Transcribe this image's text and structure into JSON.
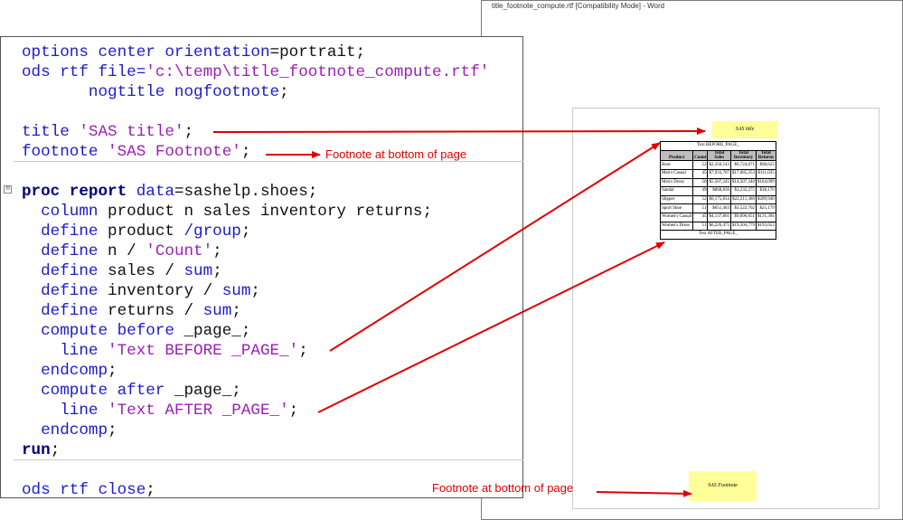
{
  "word": {
    "window_title": "title_footnote_compute.rtf [Compatibility Mode] - Word",
    "sas_title": "SAS title",
    "sas_footnote": "SAS Footnote",
    "report": {
      "before_text": "Text BEFORE_PAGE_",
      "after_text": "Text AFTER_PAGE_",
      "headers": [
        "Product",
        "Count",
        "Total\nSales",
        "Total\nInventory",
        "Total\nReturns"
      ],
      "rows": [
        [
          "Boot",
          "52",
          "$2,350,543",
          "$9,724,671",
          "$98,622"
        ],
        [
          "Men's Casual",
          "45",
          "$7,933,707",
          "$17,085,253",
          "$111,035"
        ],
        [
          "Men's Dress",
          "50",
          "$5,507,245",
          "$14,507,340",
          "$164,099"
        ],
        [
          "Sandal",
          "49",
          "$868,836",
          "$3,232,275",
          "$38,170"
        ],
        [
          "Slipper",
          "52",
          "$6,175,834",
          "$22,211,380",
          "$209,940"
        ],
        [
          "Sport Shoe",
          "51",
          "$651,463",
          "$3,522,702",
          "$25,179"
        ],
        [
          "Women's Casual",
          "45",
          "$4,137,861",
          "$9,696,651",
          "$131,394"
        ],
        [
          "Women's Dress",
          "51",
          "$6,226,475",
          "$19,504,779",
          "$193,653"
        ]
      ]
    }
  },
  "code": {
    "lines": [
      [
        [
          "kw",
          "options center orientation"
        ],
        [
          "tx",
          "=portrait;"
        ]
      ],
      [
        [
          "kw",
          "ods rtf file="
        ],
        [
          "st",
          "'c:\\temp\\title_footnote_compute.rtf'"
        ]
      ],
      [
        [
          "kw",
          "       nogtitle nogfootnote"
        ],
        [
          "tx",
          ";"
        ]
      ],
      [],
      [
        [
          "kw",
          "title "
        ],
        [
          "st",
          "'SAS title'"
        ],
        [
          "tx",
          ";"
        ]
      ],
      [
        [
          "kw",
          "footnote "
        ],
        [
          "st",
          "'SAS Footnote'"
        ],
        [
          "tx",
          ";"
        ]
      ],
      [],
      [
        [
          "bold-kw",
          "proc report "
        ],
        [
          "kw",
          "data"
        ],
        [
          "tx",
          "=sashelp.shoes;"
        ]
      ],
      [
        [
          "kw",
          "  column "
        ],
        [
          "tx",
          "product n sales inventory returns;"
        ]
      ],
      [
        [
          "kw",
          "  define "
        ],
        [
          "tx",
          "product "
        ],
        [
          "kw",
          "/group"
        ],
        [
          "tx",
          ";"
        ]
      ],
      [
        [
          "kw",
          "  define "
        ],
        [
          "tx",
          "n / "
        ],
        [
          "st",
          "'Count'"
        ],
        [
          "tx",
          ";"
        ]
      ],
      [
        [
          "kw",
          "  define "
        ],
        [
          "tx",
          "sales / "
        ],
        [
          "kw",
          "sum"
        ],
        [
          "tx",
          ";"
        ]
      ],
      [
        [
          "kw",
          "  define "
        ],
        [
          "tx",
          "inventory / "
        ],
        [
          "kw",
          "sum"
        ],
        [
          "tx",
          ";"
        ]
      ],
      [
        [
          "kw",
          "  define "
        ],
        [
          "tx",
          "returns / "
        ],
        [
          "kw",
          "sum"
        ],
        [
          "tx",
          ";"
        ]
      ],
      [
        [
          "kw",
          "  compute before "
        ],
        [
          "tx",
          "_page_;"
        ]
      ],
      [
        [
          "kw",
          "    line "
        ],
        [
          "st",
          "'Text BEFORE _PAGE_'"
        ],
        [
          "tx",
          ";"
        ]
      ],
      [
        [
          "kw",
          "  endcomp"
        ],
        [
          "tx",
          ";"
        ]
      ],
      [
        [
          "kw",
          "  compute after "
        ],
        [
          "tx",
          "_page_;"
        ]
      ],
      [
        [
          "kw",
          "    line "
        ],
        [
          "st",
          "'Text AFTER _PAGE_'"
        ],
        [
          "tx",
          ";"
        ]
      ],
      [
        [
          "kw",
          "  endcomp"
        ],
        [
          "tx",
          ";"
        ]
      ],
      [
        [
          "bold-kw",
          "run"
        ],
        [
          "tx",
          ";"
        ]
      ],
      [],
      [
        [
          "kw",
          "ods rtf close"
        ],
        [
          "tx",
          ";"
        ]
      ]
    ],
    "fold_marker": "⊟"
  },
  "annotations": {
    "footnote_note_1": "Footnote at bottom of page",
    "footnote_note_2": "Footnote at bottom of page"
  },
  "colors": {
    "arrow": "#e00000",
    "highlight": "#ffff99",
    "keyword": "#1c1cc8",
    "string": "#9b1fb5"
  }
}
